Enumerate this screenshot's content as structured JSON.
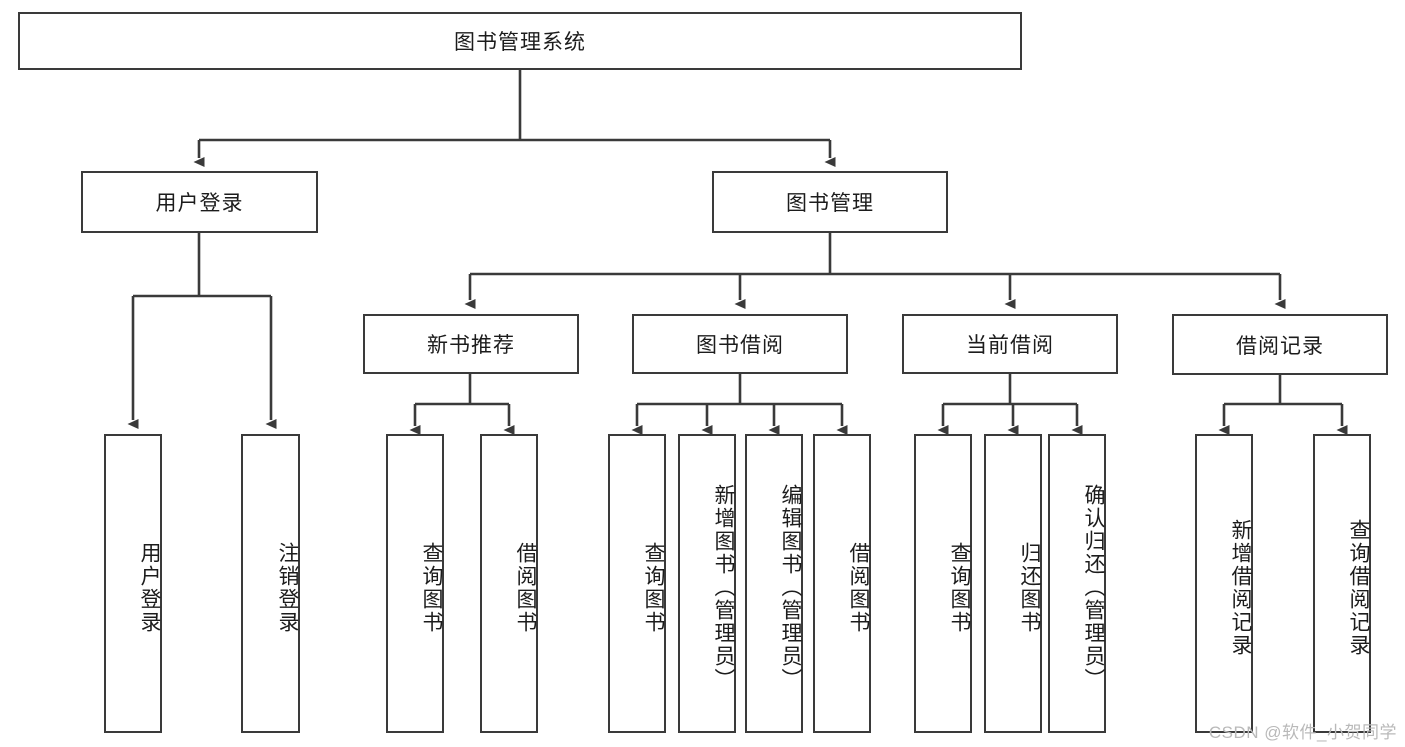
{
  "diagram": {
    "title": "图书管理系统",
    "type": "tree-hierarchy-chart",
    "watermark": "CSDN @软件_小贺同学",
    "colors": {
      "stroke": "#3a3a3a",
      "fill": "#ffffff",
      "text": "#1c1c1c",
      "watermark": "#b9b9b9"
    }
  },
  "nodes": {
    "root": {
      "label": "图书管理系统"
    },
    "tier2": [
      {
        "id": "user-login",
        "label": "用户登录"
      },
      {
        "id": "book-manage",
        "label": "图书管理"
      }
    ],
    "tier3": [
      {
        "id": "new-book-rec",
        "label": "新书推荐"
      },
      {
        "id": "book-borrow",
        "label": "图书借阅"
      },
      {
        "id": "current-borrow",
        "label": "当前借阅"
      },
      {
        "id": "borrow-record",
        "label": "借阅记录"
      }
    ],
    "leaves": [
      {
        "id": "leaf-user-login",
        "label": "用户登录",
        "parent": "user-login"
      },
      {
        "id": "leaf-logout",
        "label": "注销登录",
        "parent": "user-login"
      },
      {
        "id": "leaf-query-book-1",
        "label": "查询图书",
        "parent": "new-book-rec"
      },
      {
        "id": "leaf-borrow-book-1",
        "label": "借阅图书",
        "parent": "new-book-rec"
      },
      {
        "id": "leaf-query-book-2",
        "label": "查询图书",
        "parent": "book-borrow"
      },
      {
        "id": "leaf-add-book",
        "label": "新增图书（管理员）",
        "parent": "book-borrow"
      },
      {
        "id": "leaf-edit-book",
        "label": "编辑图书（管理员）",
        "parent": "book-borrow"
      },
      {
        "id": "leaf-borrow-book-2",
        "label": "借阅图书",
        "parent": "book-borrow"
      },
      {
        "id": "leaf-query-book-3",
        "label": "查询图书",
        "parent": "current-borrow"
      },
      {
        "id": "leaf-return-book",
        "label": "归还图书",
        "parent": "current-borrow"
      },
      {
        "id": "leaf-confirm-return",
        "label": "确认归还（管理员）",
        "parent": "current-borrow"
      },
      {
        "id": "leaf-add-record",
        "label": "新增借阅记录",
        "parent": "borrow-record"
      },
      {
        "id": "leaf-query-record",
        "label": "查询借阅记录",
        "parent": "borrow-record"
      }
    ]
  }
}
